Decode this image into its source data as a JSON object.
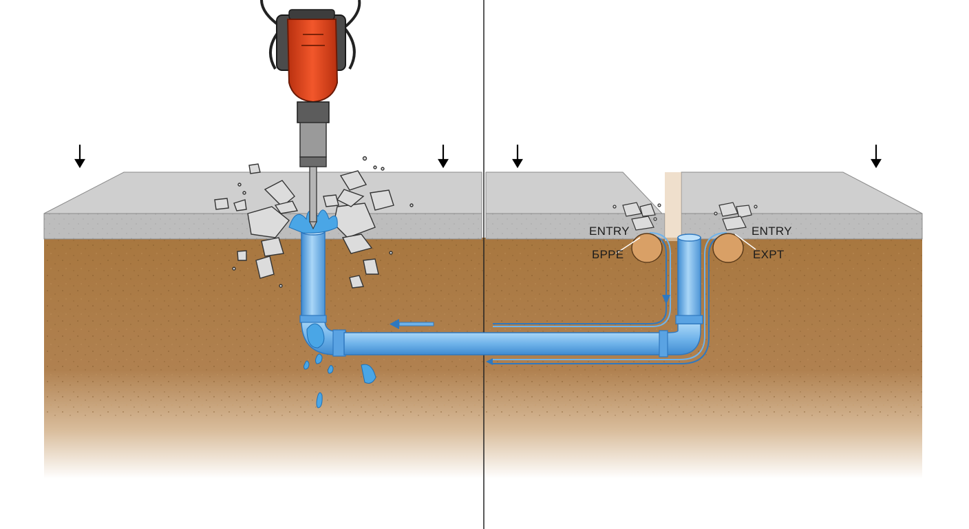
{
  "labels": {
    "left_pit_top": "ENTRY",
    "left_pit_bottom": "БPPE",
    "right_pit_top": "ENTRY",
    "right_pit_bottom": "EXPT"
  },
  "colors": {
    "slab_top": "#cfcfcf",
    "slab_front": "#bdbdbd",
    "soil": "#a8773f",
    "soil_dark": "#8a5e2e",
    "pipe": "#6fb3ea",
    "pipe_dark": "#2f78bf",
    "water": "#4aa6e6",
    "hammer_body": "#e2441c",
    "hammer_dark": "#555555",
    "pit_fill": "#d9a066",
    "arrow": "#000000"
  },
  "icons": {
    "breaker": "jackhammer-icon",
    "down_arrow": "down-arrow-icon",
    "flow_arrow": "flow-arrow-icon"
  }
}
